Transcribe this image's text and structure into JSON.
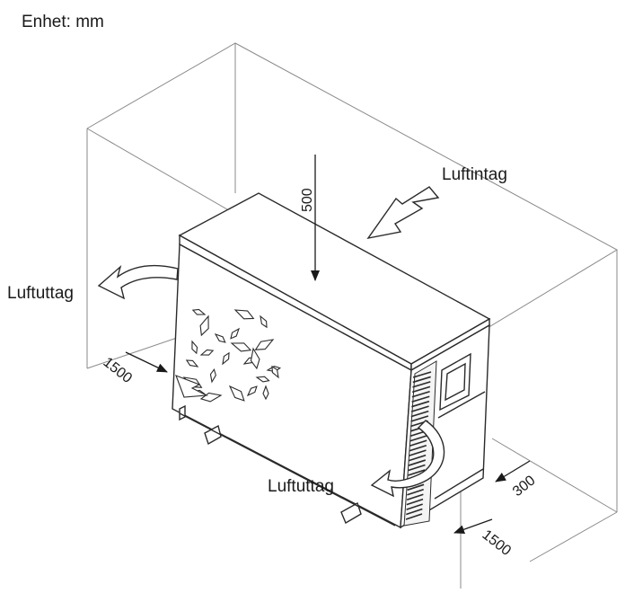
{
  "unit_label": "Enhet: mm",
  "labels": {
    "air_intake": "Luftintag",
    "air_outlet_left": "Luftuttag",
    "air_outlet_right": "Luftuttag"
  },
  "dimensions": {
    "top": "500",
    "left": "1500",
    "right_side": "300",
    "right_front": "1500"
  }
}
